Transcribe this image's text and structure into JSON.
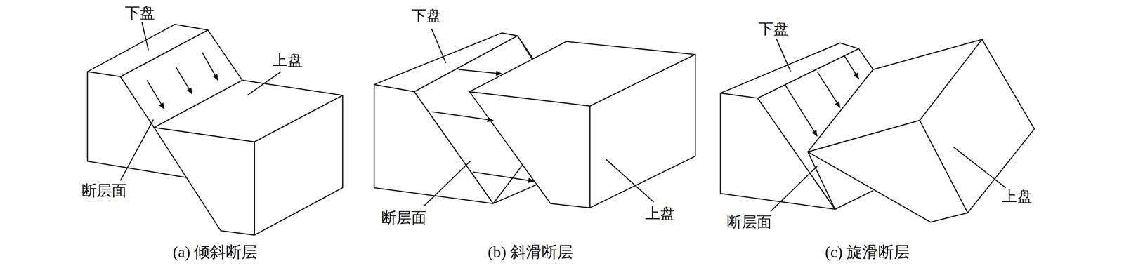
{
  "diagram": {
    "labels": [
      "下盘",
      "上盘",
      "断层面",
      "(a) 倾斜断层",
      "下盘",
      "断层面",
      "上盘",
      "(b) 斜滑断层",
      "下盘",
      "断层面",
      "上盘",
      "(c) 旋滑断层"
    ]
  }
}
